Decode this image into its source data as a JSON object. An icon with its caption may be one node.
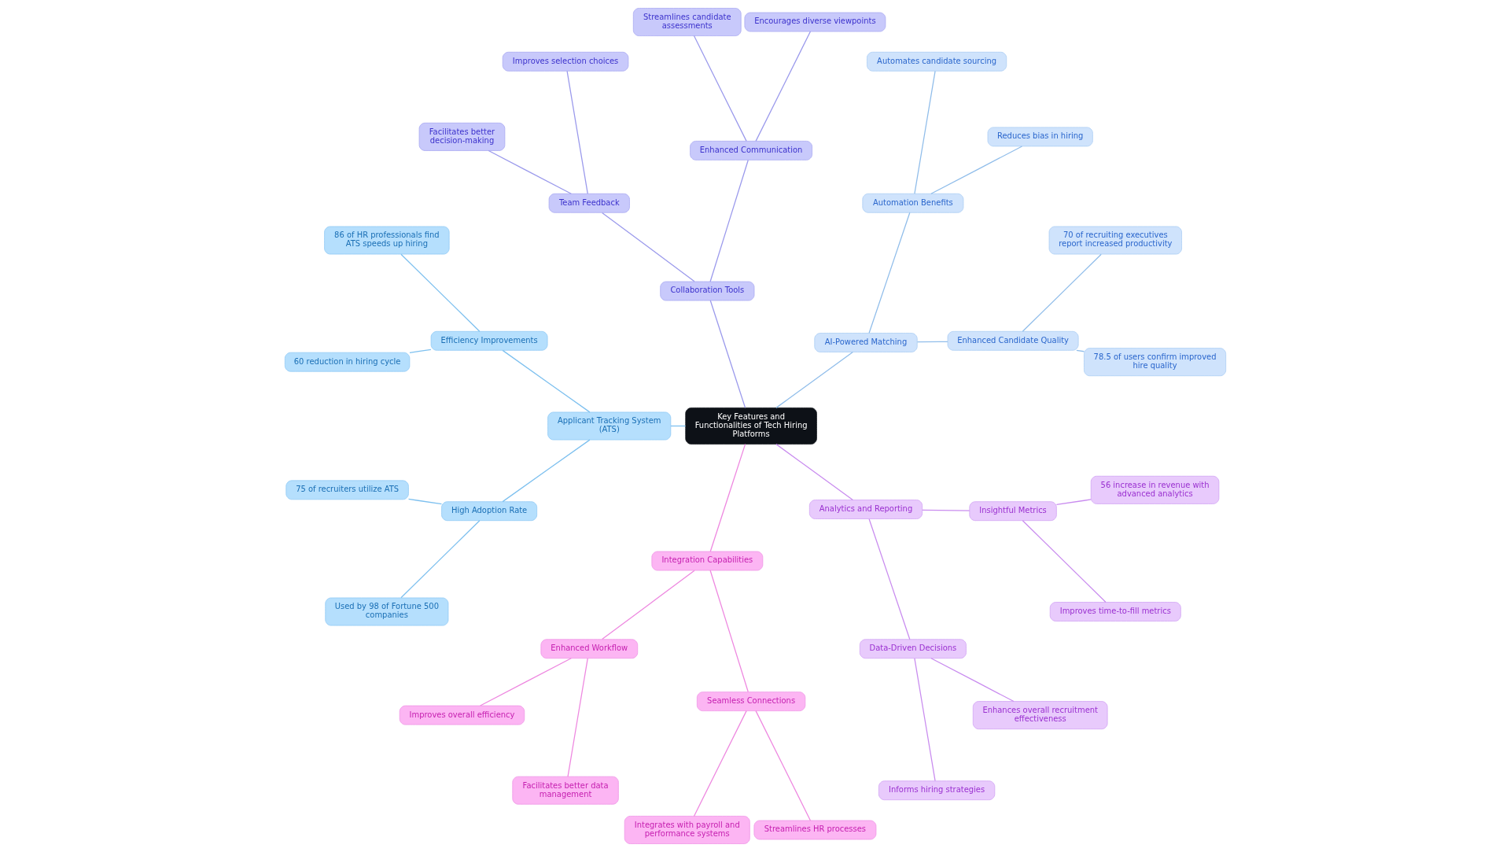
{
  "diagram": {
    "nodes": [
      {
        "text": [
          "Key Features and Functionalities of Tech Hiring Platforms"
        ]
      },
      {
        "text": [
          "AI-Powered Matching"
        ]
      },
      {
        "text": [
          "Enhanced Candidate Quality"
        ]
      },
      {
        "text": [
          "78.5 of users confirm improved hire quality"
        ]
      },
      {
        "text": [
          "70 of recruiting executives report increased productivity"
        ]
      },
      {
        "text": [
          "Automation Benefits"
        ]
      },
      {
        "text": [
          "Reduces bias in hiring"
        ]
      },
      {
        "text": [
          "Automates candidate sourcing"
        ]
      },
      {
        "text": [
          "Collaboration Tools"
        ]
      },
      {
        "text": [
          "Enhanced Communication"
        ]
      },
      {
        "text": [
          "Encourages diverse viewpoints"
        ]
      },
      {
        "text": [
          "Streamlines candidate assessments"
        ]
      },
      {
        "text": [
          "Team Feedback"
        ]
      },
      {
        "text": [
          "Improves selection choices"
        ]
      },
      {
        "text": [
          "Facilitates better decision-making"
        ]
      },
      {
        "text": [
          "Applicant Tracking System (ATS)"
        ]
      },
      {
        "text": [
          "Efficiency Improvements"
        ]
      },
      {
        "text": [
          "86 of HR professionals find ATS speeds up hiring"
        ]
      },
      {
        "text": [
          "60 reduction in hiring cycle"
        ]
      },
      {
        "text": [
          "High Adoption Rate"
        ]
      },
      {
        "text": [
          "75 of recruiters utilize ATS"
        ]
      },
      {
        "text": [
          "Used by 98 of Fortune 500 companies"
        ]
      },
      {
        "text": [
          "Integration Capabilities"
        ]
      },
      {
        "text": [
          "Enhanced Workflow"
        ]
      },
      {
        "text": [
          "Improves overall efficiency"
        ]
      },
      {
        "text": [
          "Facilitates better data management"
        ]
      },
      {
        "text": [
          "Seamless Connections"
        ]
      },
      {
        "text": [
          "Integrates with payroll and performance systems"
        ]
      },
      {
        "text": [
          "Streamlines HR processes"
        ]
      },
      {
        "text": [
          "Analytics and Reporting"
        ]
      },
      {
        "text": [
          "Data-Driven Decisions"
        ]
      },
      {
        "text": [
          "Informs hiring strategies"
        ]
      },
      {
        "text": [
          "Enhances overall recruitment effectiveness"
        ]
      },
      {
        "text": [
          "Insightful Metrics"
        ]
      },
      {
        "text": [
          "Improves time-to-fill metrics"
        ]
      },
      {
        "text": [
          "56 increase in revenue with advanced analytics"
        ]
      }
    ],
    "edges": [
      {
        "from": 0,
        "to": 1,
        "arrow": "none",
        "color": "#90bdea"
      },
      {
        "from": 1,
        "to": 2,
        "arrow": "none",
        "color": "#90bdea"
      },
      {
        "from": 2,
        "to": 3,
        "arrow": "none",
        "color": "#90bdea"
      },
      {
        "from": 2,
        "to": 4,
        "arrow": "none",
        "color": "#90bdea"
      },
      {
        "from": 1,
        "to": 5,
        "arrow": "none",
        "color": "#90bdea"
      },
      {
        "from": 5,
        "to": 6,
        "arrow": "none",
        "color": "#90bdea"
      },
      {
        "from": 5,
        "to": 7,
        "arrow": "none",
        "color": "#90bdea"
      },
      {
        "from": 0,
        "to": 8,
        "arrow": "none",
        "color": "#9b9aec"
      },
      {
        "from": 8,
        "to": 9,
        "arrow": "none",
        "color": "#9b9aec"
      },
      {
        "from": 9,
        "to": 10,
        "arrow": "none",
        "color": "#9b9aec"
      },
      {
        "from": 9,
        "to": 11,
        "arrow": "none",
        "color": "#9b9aec"
      },
      {
        "from": 8,
        "to": 12,
        "arrow": "none",
        "color": "#9b9aec"
      },
      {
        "from": 12,
        "to": 13,
        "arrow": "none",
        "color": "#9b9aec"
      },
      {
        "from": 12,
        "to": 14,
        "arrow": "none",
        "color": "#9b9aec"
      },
      {
        "from": 0,
        "to": 15,
        "arrow": "none",
        "color": "#7dc0ef"
      },
      {
        "from": 15,
        "to": 16,
        "arrow": "none",
        "color": "#7dc0ef"
      },
      {
        "from": 16,
        "to": 17,
        "arrow": "none",
        "color": "#7dc0ef"
      },
      {
        "from": 16,
        "to": 18,
        "arrow": "none",
        "color": "#7dc0ef"
      },
      {
        "from": 15,
        "to": 19,
        "arrow": "none",
        "color": "#7dc0ef"
      },
      {
        "from": 19,
        "to": 20,
        "arrow": "none",
        "color": "#7dc0ef"
      },
      {
        "from": 19,
        "to": 21,
        "arrow": "none",
        "color": "#7dc0ef"
      },
      {
        "from": 0,
        "to": 22,
        "arrow": "none",
        "color": "#ee88e0"
      },
      {
        "from": 22,
        "to": 23,
        "arrow": "none",
        "color": "#ee88e0"
      },
      {
        "from": 23,
        "to": 24,
        "arrow": "none",
        "color": "#ee88e0"
      },
      {
        "from": 23,
        "to": 25,
        "arrow": "none",
        "color": "#ee88e0"
      },
      {
        "from": 22,
        "to": 26,
        "arrow": "none",
        "color": "#ee88e0"
      },
      {
        "from": 26,
        "to": 27,
        "arrow": "none",
        "color": "#ee88e0"
      },
      {
        "from": 26,
        "to": 28,
        "arrow": "none",
        "color": "#ee88e0"
      },
      {
        "from": 0,
        "to": 29,
        "arrow": "none",
        "color": "#c98cef"
      },
      {
        "from": 29,
        "to": 30,
        "arrow": "none",
        "color": "#c98cef"
      },
      {
        "from": 30,
        "to": 31,
        "arrow": "none",
        "color": "#c98cef"
      },
      {
        "from": 30,
        "to": 32,
        "arrow": "none",
        "color": "#c98cef"
      },
      {
        "from": 29,
        "to": 33,
        "arrow": "none",
        "color": "#c98cef"
      },
      {
        "from": 33,
        "to": 34,
        "arrow": "none",
        "color": "#c98cef"
      },
      {
        "from": 33,
        "to": 35,
        "arrow": "none",
        "color": "#c98cef"
      }
    ]
  }
}
